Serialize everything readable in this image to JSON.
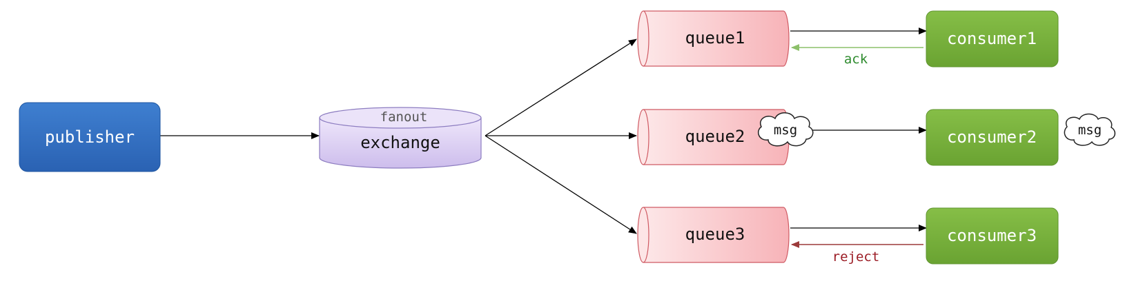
{
  "publisher": {
    "label": "publisher"
  },
  "exchange": {
    "type_label": "fanout",
    "label": "exchange"
  },
  "queues": [
    {
      "label": "queue1"
    },
    {
      "label": "queue2"
    },
    {
      "label": "queue3"
    }
  ],
  "consumers": [
    {
      "label": "consumer1"
    },
    {
      "label": "consumer2"
    },
    {
      "label": "consumer3"
    }
  ],
  "feedback": {
    "ack": "ack",
    "reject": "reject"
  },
  "messages": {
    "queue_msg": "msg",
    "consumer_msg": "msg"
  },
  "colors": {
    "publisher": "#2f6fc0",
    "exchange": "#d6c8f0",
    "queue": "#fbd0d3",
    "consumer": "#78b23a",
    "ack": "#2e8b2e",
    "reject": "#9b1b24"
  }
}
